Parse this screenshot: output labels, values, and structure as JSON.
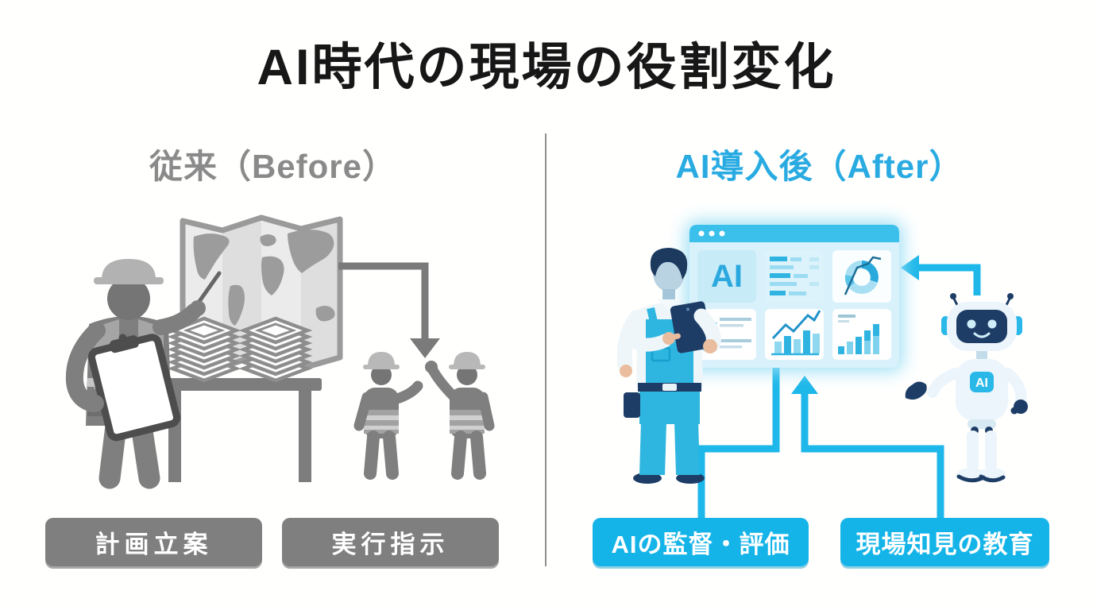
{
  "title": "AI時代の現場の役割変化",
  "before": {
    "header": "従来（Before）",
    "labels": [
      "計画立案",
      "実行指示"
    ],
    "scene": {
      "figures": [
        "foreman-with-clipboard-pointing-at-world-map",
        "two-workers-receiving-instructions"
      ],
      "objects": [
        "folded-world-map",
        "table-with-two-paper-stacks",
        "down-arrow-to-workers"
      ]
    }
  },
  "after": {
    "header": "AI導入後（After）",
    "labels": [
      "AIの監督・評価",
      "現場知見の教育"
    ],
    "dashboard_ai": "AI",
    "robot_badge": "AI",
    "dashboard_tiles": [
      "ai-logo",
      "text-report",
      "donut-chart",
      "stats-list",
      "bar-trend-chart",
      "bar-chart"
    ],
    "scene": {
      "figures": [
        "worker-in-blue-holding-tablet",
        "ai-robot-presenting"
      ],
      "connectors": [
        "robot-to-dashboard-left-arrow",
        "dashboard-to-supervision-line",
        "education-to-dashboard-up-arrow"
      ]
    }
  },
  "colors": {
    "title_text": "#171717",
    "before_accent": "#8a8a8a",
    "before_box": "#7f7f7f",
    "after_accent": "#29abe2",
    "after_box": "#14b4e8",
    "connector_cyan": "#1db7e9",
    "dashboard_bar": "#3ac0ea",
    "dashboard_body": "#d8f1fb",
    "navy": "#1d3d66",
    "worker_blue": "#2eb6e0",
    "gray_figure": "#7f7f7f"
  }
}
